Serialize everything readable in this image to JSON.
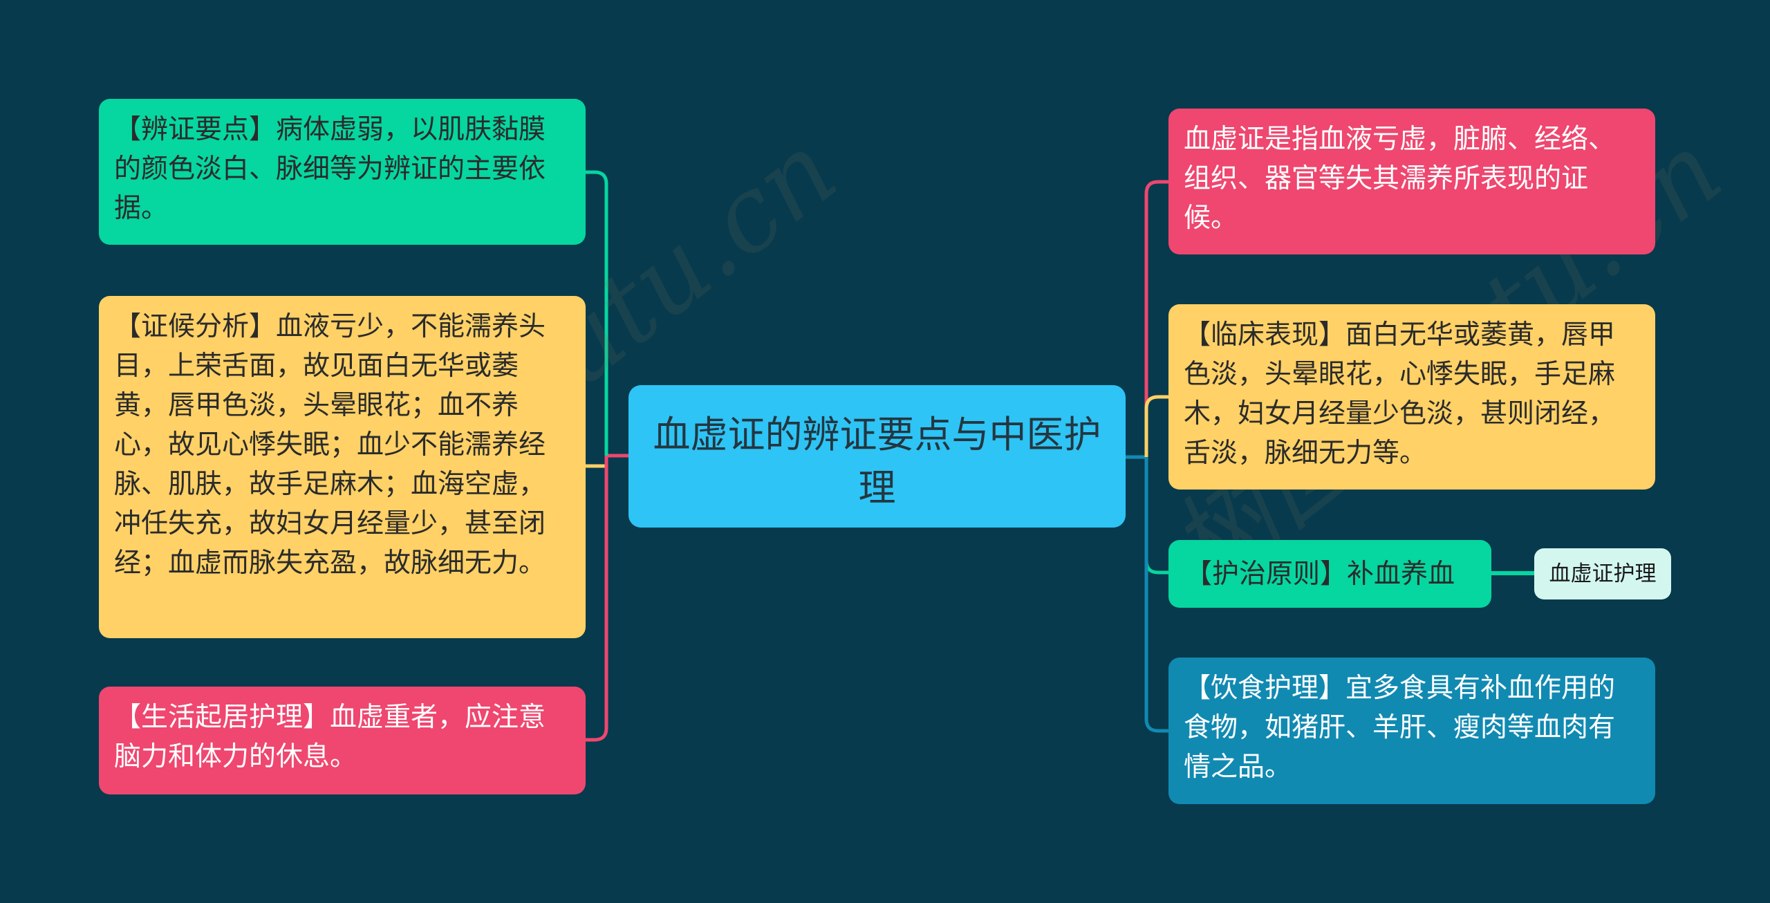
{
  "colors": {
    "background": "#073a4d",
    "green": "#06d6a0",
    "yellow": "#ffd166",
    "red": "#ef476f",
    "center_blue": "#2ec4f5",
    "dark_blue": "#118ab2",
    "sub_mint": "#d3f7ef"
  },
  "center": {
    "title": "血虚证的辨证要点与中医护理"
  },
  "left_branches": [
    {
      "label": "【辨证要点】病体虚弱，以肌肤黏膜的颜色淡白、脉细等为辨证的主要依据。",
      "color": "green"
    },
    {
      "label": "【证候分析】血液亏少，不能濡养头目，上荣舌面，故见面白无华或萎黄，唇甲色淡，头晕眼花；血不养心，故见心悸失眠；血少不能濡养经脉、肌肤，故手足麻木；血海空虚，冲任失充，故妇女月经量少，甚至闭经；血虚而脉失充盈，故脉细无力。",
      "color": "yellow"
    },
    {
      "label": "【生活起居护理】血虚重者，应注意脑力和体力的休息。",
      "color": "red"
    }
  ],
  "right_branches": [
    {
      "label": "血虚证是指血液亏虚，脏腑、经络、组织、器官等失其濡养所表现的证候。",
      "color": "red"
    },
    {
      "label": "【临床表现】面白无华或萎黄，唇甲色淡，头晕眼花，心悸失眠，手足麻木，妇女月经量少色淡，甚则闭经，舌淡，脉细无力等。",
      "color": "yellow"
    },
    {
      "label": "【护治原则】补血养血",
      "color": "green",
      "child": {
        "label": "血虚证护理"
      }
    },
    {
      "label": "【饮食护理】宜多食具有补血作用的食物，如猪肝、羊肝、瘦肉等血肉有情之品。",
      "color": "dark_blue"
    }
  ],
  "watermarks": [
    {
      "text": "树图shutu.cn"
    },
    {
      "text": "树图shutu.cn"
    }
  ]
}
